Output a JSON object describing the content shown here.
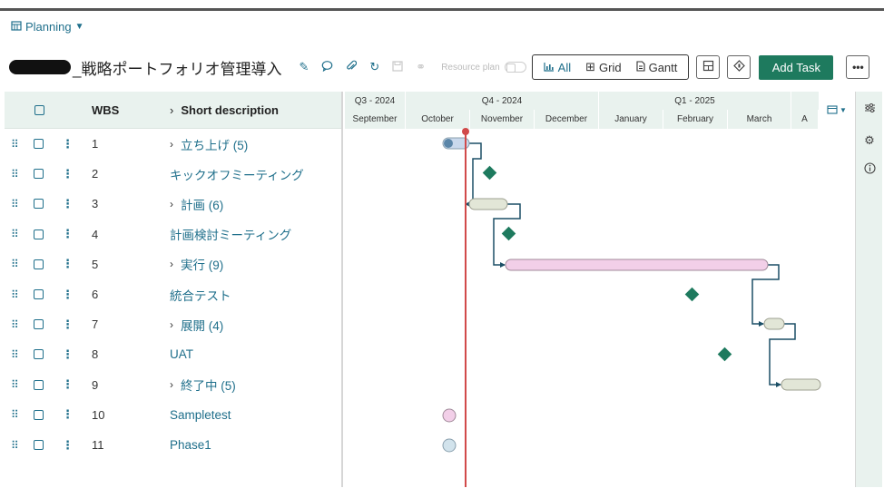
{
  "breadcrumb": {
    "label": "Planning"
  },
  "header": {
    "title": "_戦略ポートフォリオ管理導入",
    "resource_plan_label": "Resource plan",
    "views": {
      "all": "All",
      "grid": "Grid",
      "gantt": "Gantt"
    },
    "add_task": "Add Task",
    "more": "•••"
  },
  "grid": {
    "columns": {
      "wbs": "WBS",
      "description": "Short description"
    },
    "rows": [
      {
        "wbs": "1",
        "description": "立ち上げ (5)",
        "expandable": true
      },
      {
        "wbs": "2",
        "description": "キックオフミーティング",
        "expandable": false
      },
      {
        "wbs": "3",
        "description": "計画 (6)",
        "expandable": true
      },
      {
        "wbs": "4",
        "description": "計画検討ミーティング",
        "expandable": false
      },
      {
        "wbs": "5",
        "description": "実行 (9)",
        "expandable": true
      },
      {
        "wbs": "6",
        "description": "統合テスト",
        "expandable": false
      },
      {
        "wbs": "7",
        "description": "展開 (4)",
        "expandable": true
      },
      {
        "wbs": "8",
        "description": "UAT",
        "expandable": false
      },
      {
        "wbs": "9",
        "description": "終了中 (5)",
        "expandable": true
      },
      {
        "wbs": "10",
        "description": "Sampletest",
        "expandable": false
      },
      {
        "wbs": "11",
        "description": "Phase1",
        "expandable": false
      }
    ]
  },
  "gantt": {
    "quarters": [
      "Q3 - 2024",
      "Q4 - 2024",
      "Q1 - 2025"
    ],
    "months": [
      "September",
      "October",
      "November",
      "December",
      "January",
      "February",
      "March",
      "A"
    ]
  },
  "colors": {
    "accent": "#1f6f8b",
    "primary_button": "#1e7a5e",
    "milestone": "#1e7a5e",
    "today_line": "#d14a4a",
    "header_bg": "#e9f2ee",
    "summary_bar_grey": "#e2e6d7",
    "summary_bar_pink": "#f2cfe8"
  }
}
